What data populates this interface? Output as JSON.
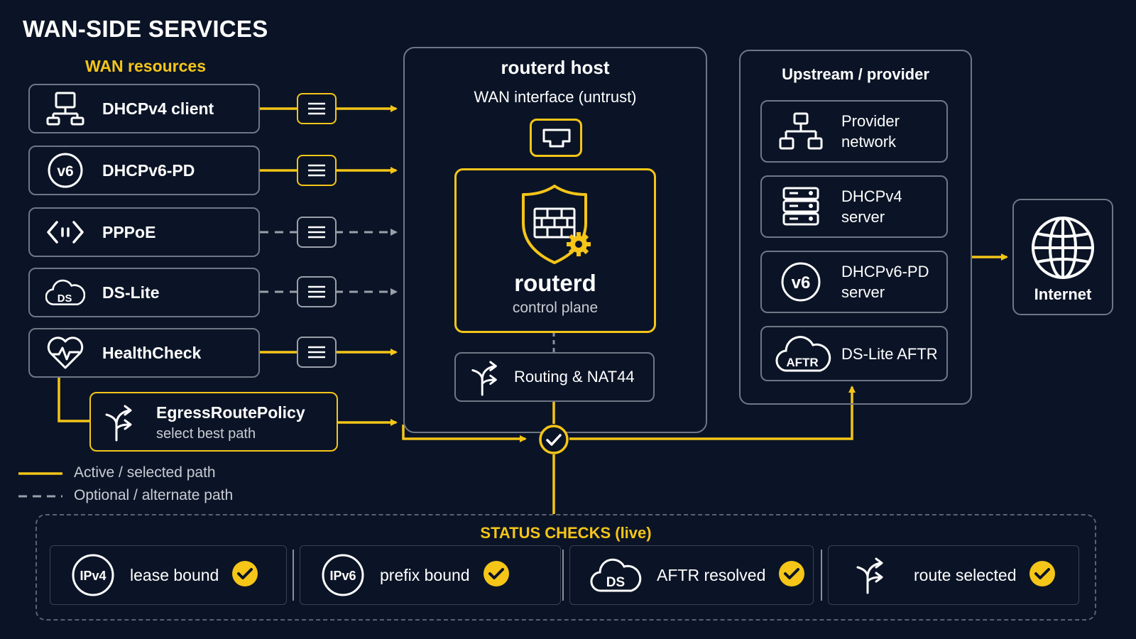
{
  "page_title": "WAN-SIDE SERVICES",
  "wan_resources": {
    "heading": "WAN resources",
    "items": [
      {
        "label": "DHCPv4 client",
        "icon": "network-computer-icon",
        "path": "active"
      },
      {
        "label": "DHCPv6-PD",
        "icon": "v6-icon",
        "icon_text": "v6",
        "path": "active"
      },
      {
        "label": "PPPoE",
        "icon": "code-brackets-icon",
        "path": "optional"
      },
      {
        "label": "DS-Lite",
        "icon": "cloud-ds-icon",
        "icon_text": "DS",
        "path": "optional"
      },
      {
        "label": "HealthCheck",
        "icon": "heart-pulse-icon",
        "path": "active"
      }
    ]
  },
  "egress": {
    "title": "EgressRoutePolicy",
    "subtitle": "select best path"
  },
  "host": {
    "title": "routerd host",
    "wan_interface": "WAN interface (untrust)",
    "core_title": "routerd",
    "core_subtitle": "control plane",
    "routing": "Routing & NAT44"
  },
  "upstream": {
    "heading": "Upstream / provider",
    "items": [
      {
        "line1": "Provider",
        "line2": "network",
        "icon": "network-tree-icon"
      },
      {
        "line1": "DHCPv4",
        "line2": "server",
        "icon": "server-rack-icon"
      },
      {
        "line1": "DHCPv6-PD",
        "line2": "server",
        "icon": "v6-icon",
        "icon_text": "v6"
      },
      {
        "line1": "DS-Lite AFTR",
        "line2": "",
        "icon": "cloud-aftr-icon",
        "icon_text": "AFTR"
      }
    ]
  },
  "internet": {
    "label": "Internet"
  },
  "legend": {
    "active": "Active / selected path",
    "optional": "Optional / alternate path"
  },
  "status": {
    "heading": "STATUS CHECKS (live)",
    "checks": [
      {
        "icon_text": "IPv4",
        "label": "lease bound"
      },
      {
        "icon_text": "IPv6",
        "label": "prefix bound"
      },
      {
        "icon_text": "DS",
        "label": "AFTR resolved"
      },
      {
        "icon_text": "",
        "label": "route selected"
      }
    ]
  },
  "colors": {
    "background": "#0b1426",
    "accent": "#f5c518",
    "border": "#6f7787",
    "optional": "#9aa0aa"
  }
}
